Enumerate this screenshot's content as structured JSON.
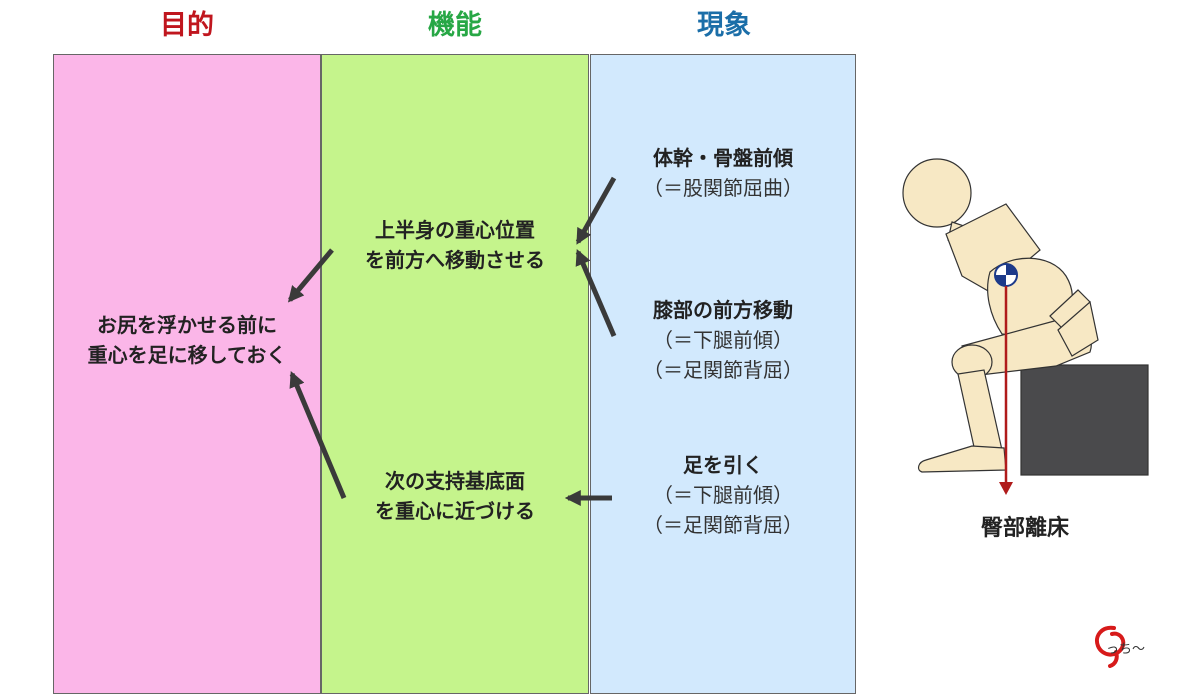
{
  "headers": {
    "purpose": "目的",
    "function": "機能",
    "phenomenon": "現象"
  },
  "colors": {
    "purpose_header": "#c0161e",
    "function_header": "#27a745",
    "phenomenon_header": "#1b6ea8",
    "purpose_bg": "#fbb6e8",
    "function_bg": "#c5f48c",
    "phenomenon_bg": "#d2e9fd",
    "arrow": "#3a3a3a"
  },
  "purpose": {
    "line1": "お尻を浮かせる前に",
    "line2": "重心を足に移しておく"
  },
  "functions": {
    "upper_line1": "上半身の重心位置",
    "upper_line2": "を前方へ移動させる",
    "lower_line1": "次の支持基底面",
    "lower_line2": "を重心に近づける"
  },
  "phenomena": {
    "trunk_title": "体幹・骨盤前傾",
    "trunk_sub": "（＝股関節屈曲）",
    "knee_title": "膝部の前方移動",
    "knee_sub1": "（＝下腿前傾）",
    "knee_sub2": "（＝足関節背屈）",
    "foot_title": "足を引く",
    "foot_sub1": "（＝下腿前傾）",
    "foot_sub2": "（＝足関節背屈）"
  },
  "figure": {
    "caption": "臀部離床"
  },
  "logo": {
    "text": "っち～"
  }
}
